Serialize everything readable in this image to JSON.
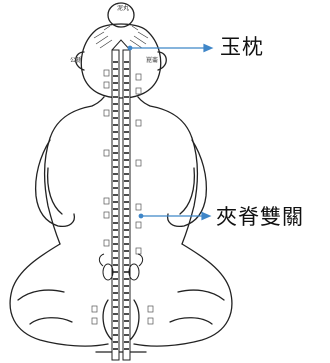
{
  "labels": {
    "upper": "玉枕",
    "lower": "夾脊雙關"
  },
  "figure_text": {
    "crown": "泥丸",
    "left_side": "公孫",
    "right_side": "崑崙"
  },
  "colors": {
    "arrow": "#3f86c8",
    "ink": "#222222"
  }
}
